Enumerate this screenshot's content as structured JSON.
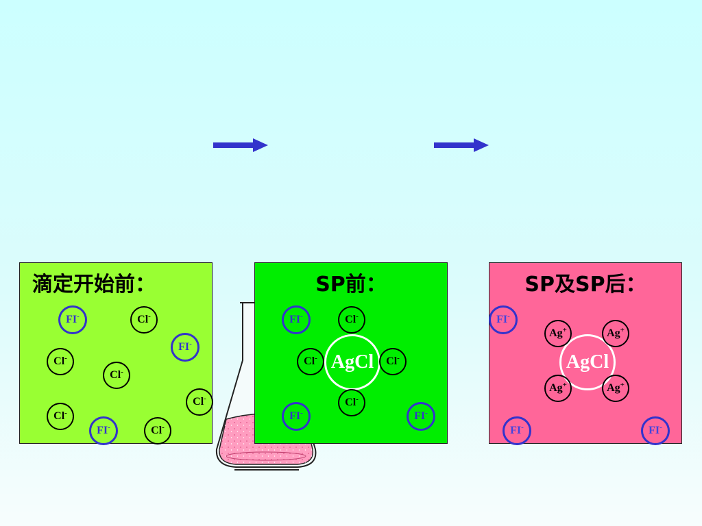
{
  "colors": {
    "arrow": "#3333cc",
    "fi_ring": "#3333cc",
    "panel_before_start": "#99ff33",
    "panel_before_sp": "#00ee00",
    "panel_after_sp": "#ff6699",
    "flask_liquid": "#ff99bb"
  },
  "icons": {
    "arrow": "right-arrow-icon",
    "flask": "erlenmeyer-flask-icon"
  },
  "panels": [
    {
      "title": "滴定开始前：",
      "ions": [
        {
          "base": "FI",
          "charge": "-"
        },
        {
          "base": "Cl",
          "charge": "-"
        },
        {
          "base": "FI",
          "charge": "-"
        },
        {
          "base": "Cl",
          "charge": "-"
        },
        {
          "base": "Cl",
          "charge": "-"
        },
        {
          "base": "Cl",
          "charge": "-"
        },
        {
          "base": "Cl",
          "charge": "-"
        },
        {
          "base": "FI",
          "charge": "-"
        },
        {
          "base": "Cl",
          "charge": "-"
        }
      ]
    },
    {
      "title": "SP前：",
      "center": "AgCl",
      "ions": [
        {
          "base": "FI",
          "charge": "-"
        },
        {
          "base": "Cl",
          "charge": "-"
        },
        {
          "base": "Cl",
          "charge": "-"
        },
        {
          "base": "Cl",
          "charge": "-"
        },
        {
          "base": "Cl",
          "charge": "-"
        },
        {
          "base": "FI",
          "charge": "-"
        },
        {
          "base": "FI",
          "charge": "-"
        }
      ]
    },
    {
      "title": "SP及SP后：",
      "center": "AgCl",
      "ions": [
        {
          "base": "FI",
          "charge": "-"
        },
        {
          "base": "Ag",
          "charge": "+"
        },
        {
          "base": "Ag",
          "charge": "+"
        },
        {
          "base": "Ag",
          "charge": "+"
        },
        {
          "base": "Ag",
          "charge": "+"
        },
        {
          "base": "FI",
          "charge": "-"
        },
        {
          "base": "FI",
          "charge": "-"
        }
      ]
    }
  ]
}
